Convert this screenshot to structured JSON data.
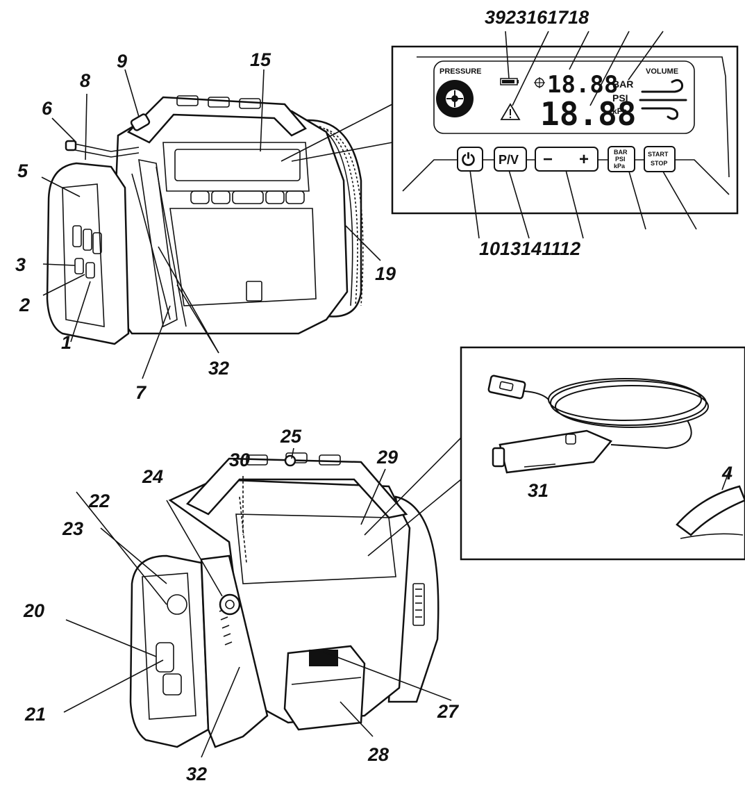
{
  "callouts": {
    "c1": "1",
    "c2": "2",
    "c3": "3",
    "c4": "4",
    "c5": "5",
    "c6": "6",
    "c7": "7",
    "c8": "8",
    "c9": "9",
    "c15": "15",
    "c19": "19",
    "c20": "20",
    "c21": "21",
    "c22": "22",
    "c23": "23",
    "c24": "24",
    "c25": "25",
    "c27": "27",
    "c28": "28",
    "c29": "29",
    "c30": "30",
    "c31": "31",
    "c32a": "32",
    "c32b": "32",
    "top_row": "3923161718",
    "bottom_row": "1013141112"
  },
  "lcd": {
    "pressure_label": "PRESSURE",
    "volume_label": "VOLUME",
    "unit_bar": "BAR",
    "unit_psi": "PSI",
    "unit_kpa": "kPa",
    "target_digits": "18.88",
    "current_digits": "18.88"
  },
  "buttons": {
    "power_symbol": "⏻",
    "pv_label": "P/V",
    "minus_label": "−",
    "plus_label": "+",
    "unit_bar": "BAR",
    "unit_psi": "PSI",
    "unit_kpa": "kPa",
    "start_label": "START",
    "stop_label": "STOP"
  },
  "icons": {
    "tire": "tire-icon",
    "wind": "wind-icon",
    "warning": "warning-icon",
    "battery": "battery-icon",
    "target": "target-icon"
  }
}
